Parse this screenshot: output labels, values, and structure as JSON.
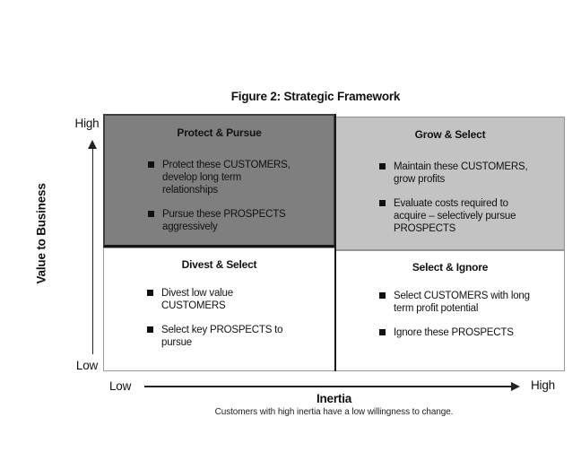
{
  "figure_title": "Figure 2:  Strategic Framework",
  "y_axis": {
    "title": "Value to Business",
    "high_label": "High",
    "low_label": "Low"
  },
  "x_axis": {
    "title": "Inertia",
    "low_label": "Low",
    "high_label": "High",
    "caption": "Customers with high inertia have a low willingness to change."
  },
  "matrix": {
    "top_left": {
      "title": "Protect & Pursue",
      "bullets": [
        "Protect these CUSTOMERS,\ndevelop long term\nrelationships",
        "Pursue these PROSPECTS\naggressively"
      ]
    },
    "top_right": {
      "title": "Grow & Select",
      "bullets": [
        "Maintain these CUSTOMERS,\ngrow profits",
        "Evaluate costs required to\nacquire – selectively pursue\nPROSPECTS"
      ]
    },
    "bottom_left": {
      "title": "Divest & Select",
      "bullets": [
        "Divest low value\nCUSTOMERS",
        "Select key PROSPECTS to\npursue"
      ]
    },
    "bottom_right": {
      "title": "Select & Ignore",
      "bullets": [
        "Select CUSTOMERS with long\nterm profit potential",
        "Ignore these PROSPECTS"
      ]
    }
  },
  "colors": {
    "quadrant_dark": "#7f7f7f",
    "quadrant_light": "#c3c3c3",
    "quadrant_white": "#ffffff",
    "text": "#111111",
    "axis_line": "#222222"
  }
}
